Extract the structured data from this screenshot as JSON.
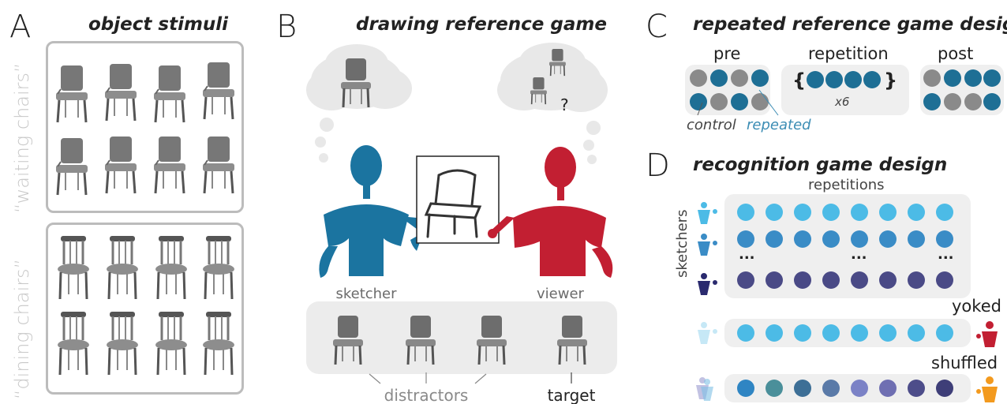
{
  "panels": {
    "A": {
      "letter": "A",
      "title": "object stimuli",
      "label_waiting": "“waiting chairs”",
      "label_dining": "“dining chairs”"
    },
    "B": {
      "letter": "B",
      "title": "drawing reference game",
      "sketcher": "sketcher",
      "viewer": "viewer",
      "question": "?",
      "distractors": "distractors",
      "target": "target"
    },
    "C": {
      "letter": "C",
      "title": "repeated reference game design",
      "pre": "pre",
      "repetition": "repetition",
      "post": "post",
      "brace_open": "{",
      "brace_close": "}",
      "times": "x6",
      "control": "control",
      "repeated": "repeated"
    },
    "D": {
      "letter": "D",
      "title": "recognition game design",
      "repetitions": "repetitions",
      "sketchers": "sketchers",
      "ellipsis": "...",
      "yoked": "yoked",
      "shuffled": "shuffled"
    }
  },
  "colors": {
    "sketcher_blue": "#1b74a0",
    "viewer_red": "#c21f32",
    "control_grey": "#8a8a8a",
    "repeated_blue": "#1e6f95",
    "repeated_label": "#3c8db4",
    "row1": "#4cbbe6",
    "row2": "#3a8cc6",
    "row3": "#4a4a86",
    "yoked_figure": "#c21f32",
    "shuffled_figure": "#f39a1e",
    "shuffled_dots": [
      "#2f85c3",
      "#4a8f9a",
      "#3d6f96",
      "#5a7aa8",
      "#7b82c6",
      "#6f6fb2",
      "#4d4d8a",
      "#3e3e78"
    ]
  }
}
